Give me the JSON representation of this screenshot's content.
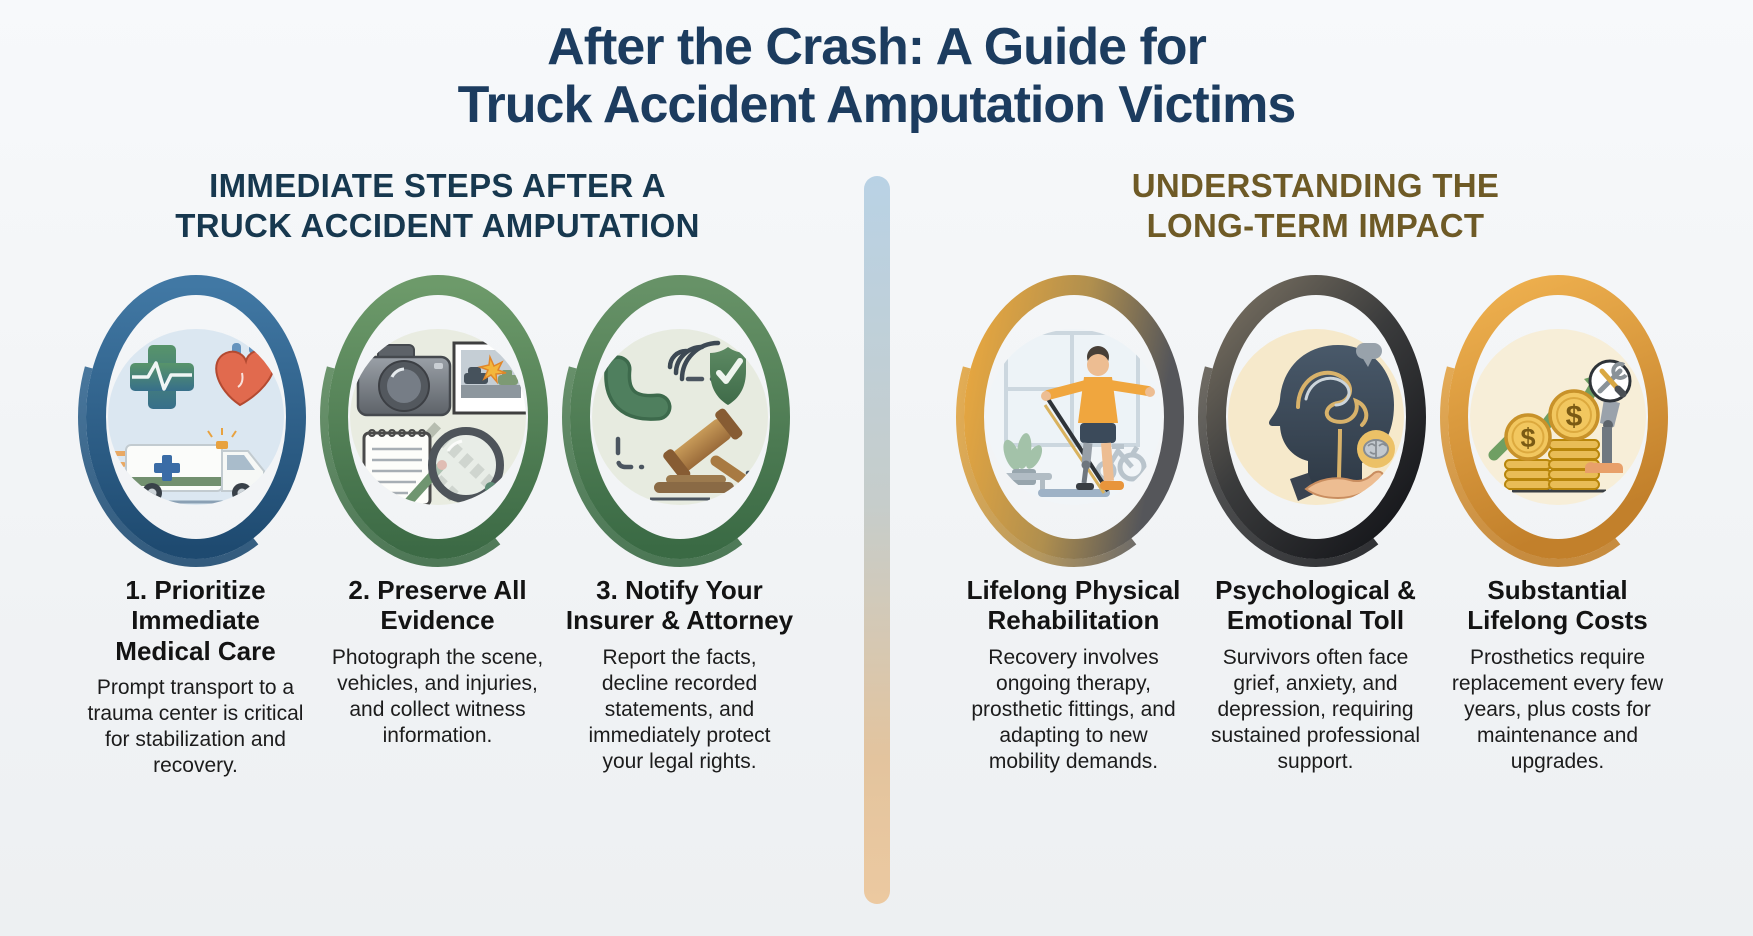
{
  "title": {
    "line1": "After the Crash: A Guide for",
    "line2": "Truck Accident Amputation Victims"
  },
  "sections": {
    "left": {
      "heading_line1": "IMMEDIATE STEPS AFTER A",
      "heading_line2": "TRUCK ACCIDENT AMPUTATION",
      "items": [
        {
          "icon": "medical-care-icon",
          "title_line1": "1. Prioritize Immediate",
          "title_line2": "Medical Care",
          "description": "Prompt transport to a trauma center is critical for stabilization and recovery."
        },
        {
          "icon": "preserve-evidence-icon",
          "title_line1": "2. Preserve All",
          "title_line2": "Evidence",
          "description": "Photograph the scene, vehicles, and injuries, and collect witness information."
        },
        {
          "icon": "notify-insurer-attorney-icon",
          "title_line1": "3. Notify Your",
          "title_line2": "Insurer & Attorney",
          "description": "Report the facts, decline recorded statements, and immediately protect your legal rights."
        }
      ]
    },
    "right": {
      "heading_line1": "UNDERSTANDING THE",
      "heading_line2": "LONG-TERM IMPACT",
      "items": [
        {
          "icon": "physical-rehabilitation-icon",
          "title_line1": "Lifelong Physical",
          "title_line2": "Rehabilitation",
          "description": "Recovery involves ongoing therapy, prosthetic fittings, and adapting to new mobility demands."
        },
        {
          "icon": "psychological-toll-icon",
          "title_line1": "Psychological &",
          "title_line2": "Emotional Toll",
          "description": "Survivors often face grief, anxiety, and depression, requiring sustained professional support."
        },
        {
          "icon": "lifelong-costs-icon",
          "title_line1": "Substantial",
          "title_line2": "Lifelong Costs",
          "description": "Prosthetics require replacement every few years, plus costs for maintenance and upgrades."
        }
      ]
    }
  },
  "colors": {
    "title_navy": "#1c3c5f",
    "left_heading_navy": "#17384f",
    "right_heading_brown": "#6e5a26",
    "ring_blue": "#2b5e88",
    "ring_green": "#4e7a52",
    "ring_gold": "#e9a943",
    "ring_charcoal": "#2e2f33",
    "divider_top_blue": "#b9d2e5",
    "divider_bottom_tan": "#ecc9a0"
  }
}
